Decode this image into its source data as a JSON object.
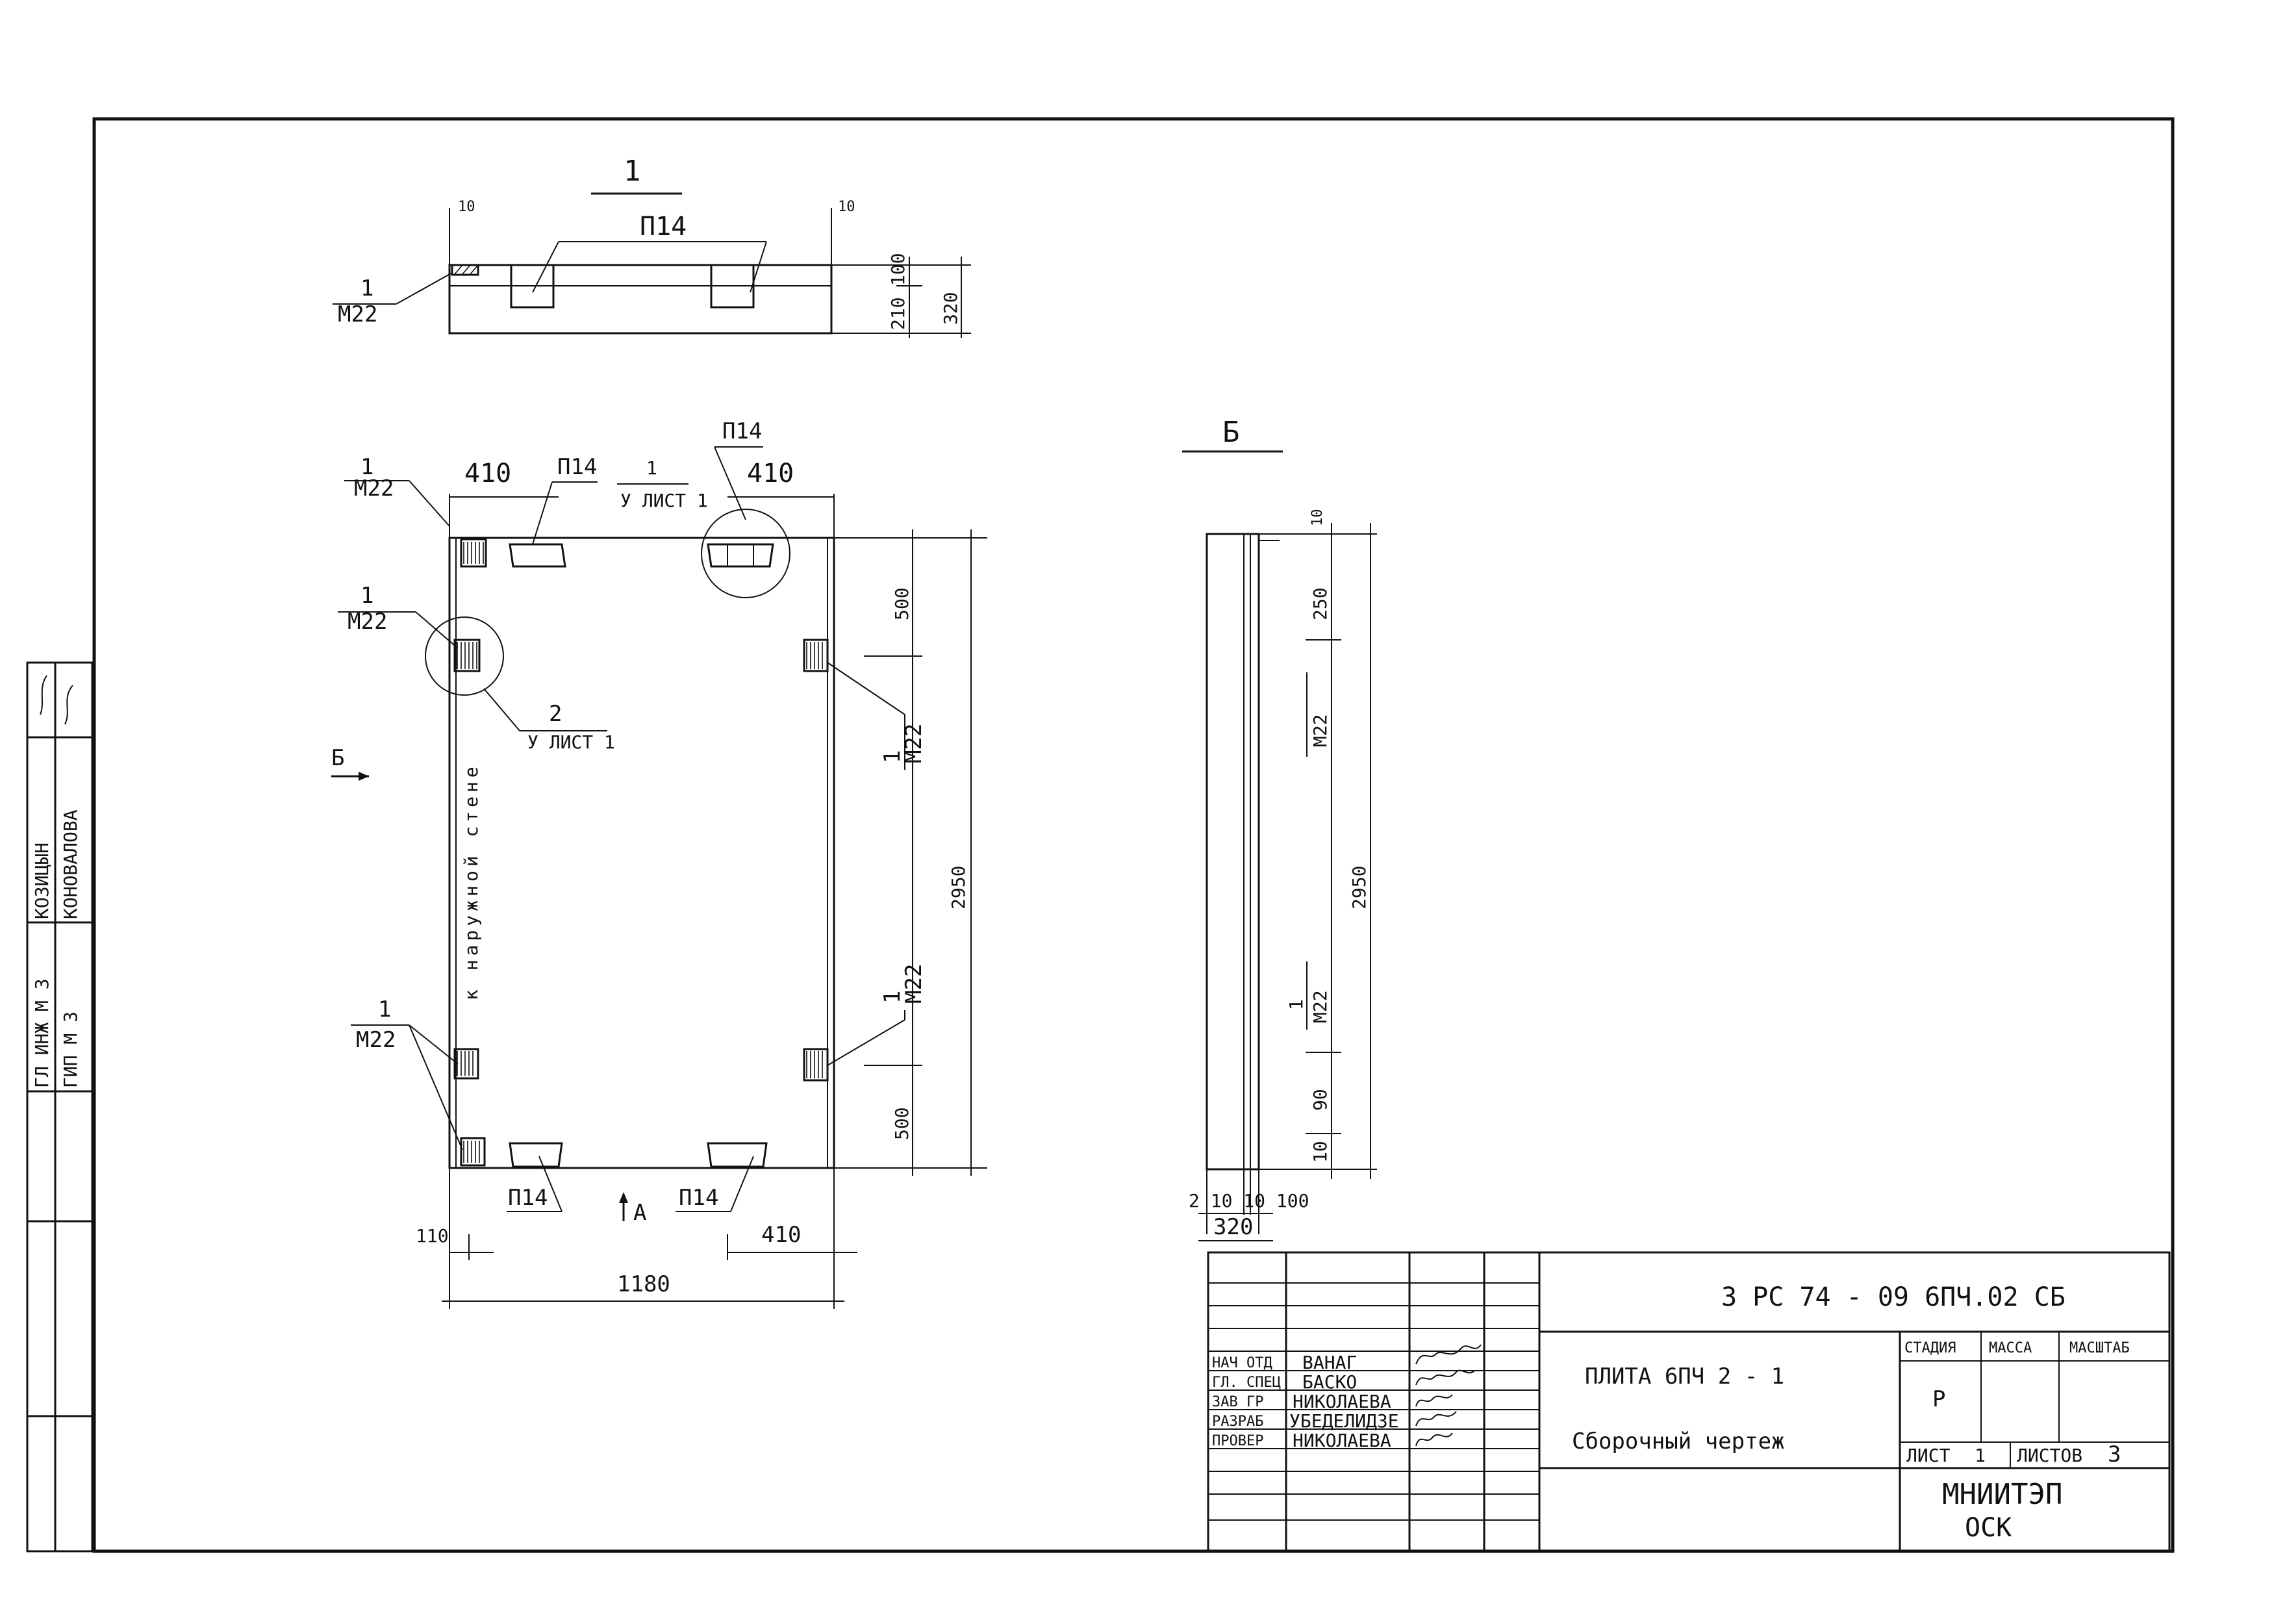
{
  "section_top": {
    "title": "1",
    "callout_dim": "10",
    "callout_dim_right": "10",
    "part_label": "П14",
    "leader_num": "1",
    "leader_part": "М22",
    "dims": [
      "100",
      "210",
      "320"
    ]
  },
  "plan": {
    "dim_top_left": "410",
    "dim_top_right": "410",
    "label_p14_top_left": "П14",
    "label_p14_top_right": "П14",
    "leader1_num": "1",
    "leader1_part": "М22",
    "callout_top_num": "1",
    "callout_top_sheet": "У ЛИСТ 1",
    "leader2_num": "1",
    "leader2_part": "М22",
    "callout_mid_num": "2",
    "callout_mid_sheet": "У ЛИСТ 1",
    "view_arrow": "Б",
    "wall_note": "к наружной стене",
    "right_label_1": "1",
    "right_part_1": "М22",
    "right_label_2": "1",
    "right_part_2": "М22",
    "dim_right_top": "500",
    "dim_right_mid": "2950",
    "dim_right_bot": "500",
    "leader3_num": "1",
    "leader3_part": "М22",
    "label_p14_bottom_left": "П14",
    "label_p14_bottom_right": "П14",
    "section_mark": "А",
    "dim_bottom_left": "110",
    "dim_bottom_right": "410",
    "dim_total": "1180"
  },
  "side_view": {
    "title": "Б",
    "dim_10_top": "10",
    "dim_250": "250",
    "label_m22_top": "М22",
    "dim_2950": "2950",
    "label_1": "1",
    "label_m22_bot": "М22",
    "dim_90": "90",
    "dim_10_bot": "10",
    "bottom_dims": "2 10 10 100",
    "bottom_total": "320"
  },
  "left_stamp": {
    "rows": [
      {
        "role": "ГЛ ИНЖ М З",
        "name": "КОЗИЦЫН"
      },
      {
        "role": "ГИП М З",
        "name": "КОНОВАЛОВА"
      }
    ]
  },
  "title_block": {
    "code": "3 РС 74 - 09 6ПЧ.02 СБ",
    "title_line1": "ПЛИТА   6ПЧ 2 - 1",
    "title_line2": "Сборочный чертеж",
    "stage_header": "СТАДИЯ",
    "mass_header": "МАССА",
    "scale_header": "МАСШТАБ",
    "stage_value": "Р",
    "sheet_label": "ЛИСТ",
    "sheet_value": "1",
    "sheets_label": "ЛИСТОВ",
    "sheets_value": "3",
    "org": "МНИИТЭП",
    "org_sub": "ОСК",
    "signers": [
      {
        "role": "НАЧ ОТД",
        "name": "ВАНАГ"
      },
      {
        "role": "ГЛ. СПЕЦ",
        "name": "БАСКО"
      },
      {
        "role": "ЗАВ ГР",
        "name": "НИКОЛАЕВА"
      },
      {
        "role": "РАЗРАБ",
        "name": "УБЕДЕЛИДЗЕ"
      },
      {
        "role": "ПРОВЕР",
        "name": "НИКОЛАЕВА"
      }
    ]
  }
}
